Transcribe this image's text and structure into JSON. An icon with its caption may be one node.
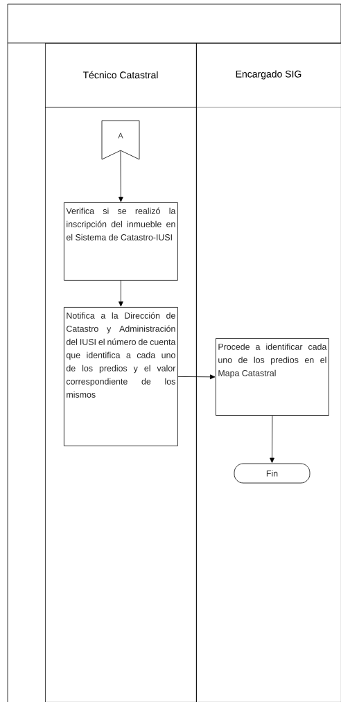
{
  "diagram": {
    "nodes": [
      {
        "text": [
          "Técnico Catastral"
        ]
      },
      {
        "text": [
          "Encargado SIG"
        ]
      },
      {
        "text": [
          "A"
        ],
        "in": 0
      },
      {
        "text": [
          "Verifica si se realizó la inscripción del inmueble en el Sistema de Catastro-IUSI"
        ],
        "in": 0
      },
      {
        "text": [
          "Notifica a la Dirección de Catastro y Administración del IUSI el número de cuenta que identifica a cada uno de los predios y el valor correspondiente de los mismos"
        ],
        "in": 0
      },
      {
        "text": [
          "Procede a identificar cada uno de los predios en el Mapa Catastral"
        ],
        "in": 1
      },
      {
        "text": [
          "Fin"
        ],
        "in": 1
      }
    ],
    "edges": [
      {
        "from": 2,
        "to": 3,
        "arrow": "to"
      },
      {
        "from": 3,
        "to": 4,
        "arrow": "to"
      },
      {
        "from": 4,
        "to": 5,
        "arrow": "to"
      },
      {
        "from": 5,
        "to": 6,
        "arrow": "to"
      }
    ]
  }
}
